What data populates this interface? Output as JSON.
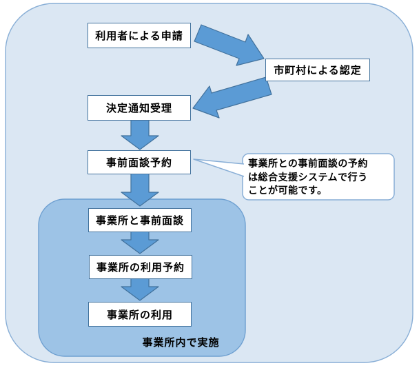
{
  "diagram": {
    "type": "flowchart",
    "language": "ja",
    "colors": {
      "outer_fill": "#dbe7f3",
      "outer_stroke": "#88aed6",
      "inner_fill": "#9dc3e6",
      "inner_stroke": "#6d9fd0",
      "arrow_fill": "#5b9bd5",
      "arrow_stroke": "#41719c",
      "box_fill": "#ffffff",
      "box_stroke": "#41719c",
      "callout_fill": "#ffffff",
      "callout_stroke": "#88aed6",
      "text": "#000000"
    },
    "nodes": [
      {
        "id": "user-application",
        "label": "利用者による申請"
      },
      {
        "id": "municipality-certification",
        "label": "市町村による認定"
      },
      {
        "id": "decision-notice-receipt",
        "label": "決定通知受理"
      },
      {
        "id": "pre-interview-reservation",
        "label": "事前面談予約"
      },
      {
        "id": "pre-interview-with-office",
        "label": "事業所と事前面談"
      },
      {
        "id": "office-use-reservation",
        "label": "事業所の利用予約"
      },
      {
        "id": "office-use",
        "label": "事業所の利用"
      }
    ],
    "edges": [
      {
        "from": "user-application",
        "to": "municipality-certification"
      },
      {
        "from": "municipality-certification",
        "to": "decision-notice-receipt"
      },
      {
        "from": "decision-notice-receipt",
        "to": "pre-interview-reservation"
      },
      {
        "from": "pre-interview-reservation",
        "to": "pre-interview-with-office"
      },
      {
        "from": "pre-interview-with-office",
        "to": "office-use-reservation"
      },
      {
        "from": "office-use-reservation",
        "to": "office-use"
      }
    ],
    "group": {
      "label": "事業所内で実施",
      "contains": [
        "pre-interview-with-office",
        "office-use-reservation",
        "office-use"
      ]
    },
    "callout": {
      "attached_to": "pre-interview-reservation",
      "lines": [
        "事業所との事前面談の予約",
        "は総合支援システムで行う",
        "ことが可能です。"
      ]
    }
  }
}
